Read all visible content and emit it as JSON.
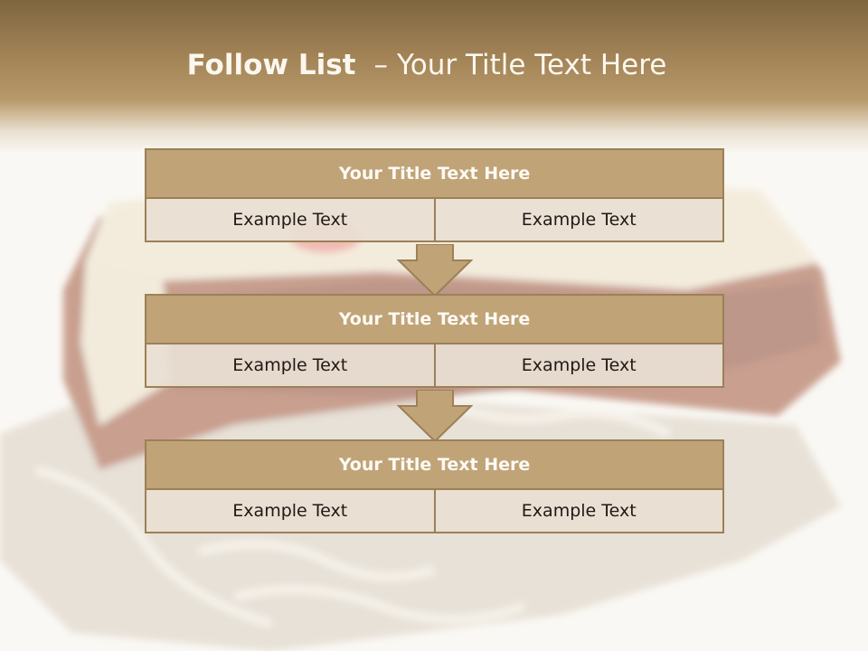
{
  "slide": {
    "title_bold": "Follow List",
    "title_dash": "–",
    "title_rest": "Your Title Text Here",
    "steps": [
      {
        "header": "Your Title Text Here",
        "left": "Example Text",
        "right": "Example Text"
      },
      {
        "header": "Your Title Text Here",
        "left": "Example Text",
        "right": "Example Text"
      },
      {
        "header": "Your Title Text Here",
        "left": "Example Text",
        "right": "Example Text"
      }
    ]
  },
  "colors": {
    "header_band": "#a38457",
    "step_header_fill": "#c0a478",
    "step_border": "#9c8057",
    "cell_fill": "#e9ded2",
    "arrow_fill": "#c0a478"
  },
  "icons": {
    "connector": "down-arrow-icon",
    "background": "cake-slice-photo"
  }
}
